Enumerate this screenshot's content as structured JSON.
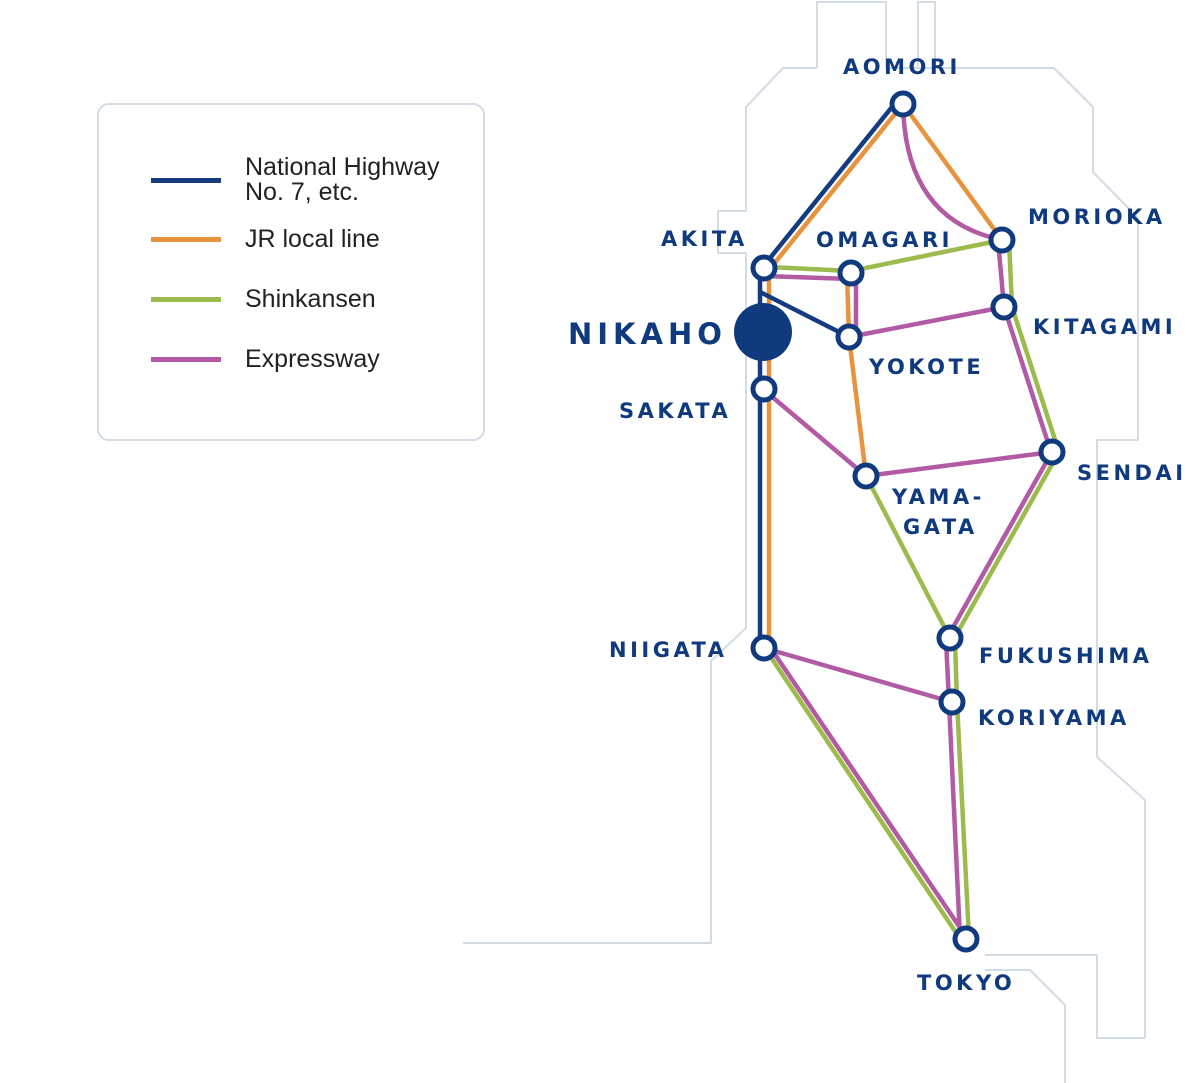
{
  "colors": {
    "highway": "#143c7f",
    "jr_local": "#e8943f",
    "shinkansen": "#9dbb4c",
    "expressway": "#b25aa3",
    "station_stroke": "#0f3a7d",
    "label": "#0f3a7d",
    "outline": "#d3dbe4"
  },
  "legend": {
    "items": [
      {
        "label": "National Highway\nNo. 7, etc.",
        "color": "#143c7f"
      },
      {
        "label": "JR local line",
        "color": "#e8943f"
      },
      {
        "label": "Shinkansen",
        "color": "#9dbb4c"
      },
      {
        "label": "Expressway",
        "color": "#b25aa3"
      }
    ]
  },
  "cities": {
    "aomori": "AOMORI",
    "morioka": "MORIOKA",
    "akita": "AKITA",
    "omagari": "OMAGARI",
    "kitagami": "KITAGAMI",
    "nikaho": "NIKAHO",
    "yokote": "YOKOTE",
    "sakata": "SAKATA",
    "sendai": "SENDAI",
    "yamagata_1": "YAMA-",
    "yamagata_2": "GATA",
    "niigata": "NIIGATA",
    "fukushima": "FUKUSHIMA",
    "koriyama": "KORIYAMA",
    "tokyo": "TOKYO"
  }
}
